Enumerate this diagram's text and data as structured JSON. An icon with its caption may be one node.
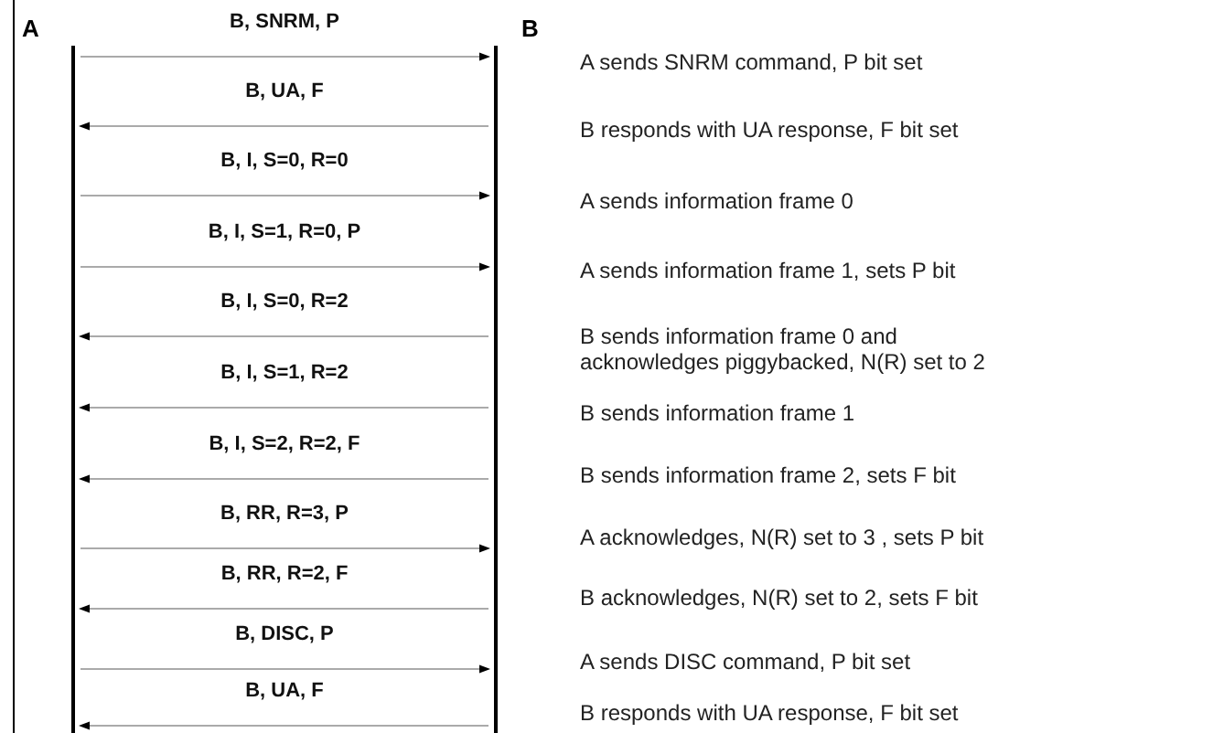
{
  "diagram": {
    "nodes": [
      {
        "text": [
          "A"
        ]
      },
      {
        "text": [
          "B"
        ]
      }
    ],
    "edges": [
      {
        "from": 0,
        "to": 1,
        "arrow": "to",
        "label": "B, SNRM, P"
      },
      {
        "from": 1,
        "to": 0,
        "arrow": "to",
        "label": "B, UA, F"
      },
      {
        "from": 0,
        "to": 1,
        "arrow": "to",
        "label": "B, I, S=0, R=0"
      },
      {
        "from": 0,
        "to": 1,
        "arrow": "to",
        "label": "B, I, S=1, R=0, P"
      },
      {
        "from": 1,
        "to": 0,
        "arrow": "to",
        "label": "B, I, S=0, R=2"
      },
      {
        "from": 1,
        "to": 0,
        "arrow": "to",
        "label": "B, I, S=1, R=2"
      },
      {
        "from": 1,
        "to": 0,
        "arrow": "to",
        "label": "B, I, S=2, R=2, F"
      },
      {
        "from": 0,
        "to": 1,
        "arrow": "to",
        "label": "B, RR, R=3, P"
      },
      {
        "from": 1,
        "to": 0,
        "arrow": "to",
        "label": "B, RR, R=2, F"
      },
      {
        "from": 0,
        "to": 1,
        "arrow": "to",
        "label": "B, DISC, P"
      },
      {
        "from": 1,
        "to": 0,
        "arrow": "to",
        "label": "B, UA, F"
      }
    ],
    "labels": [
      "A sends SNRM  command, P bit set",
      "B responds with UA response, F bit set",
      "A sends information frame 0",
      "A sends information frame 1, sets P bit",
      "B sends information frame 0  and acknowledges piggybacked, N(R) set to 2",
      "B sends information frame 1",
      "B sends information frame 2, sets F  bit",
      "A acknowledges, N(R) set to 3 , sets P bit",
      "B acknowledges, N(R) set to  2, sets F bit",
      "A sends DISC command, P bit set",
      "B responds with UA response, F bit set"
    ]
  }
}
